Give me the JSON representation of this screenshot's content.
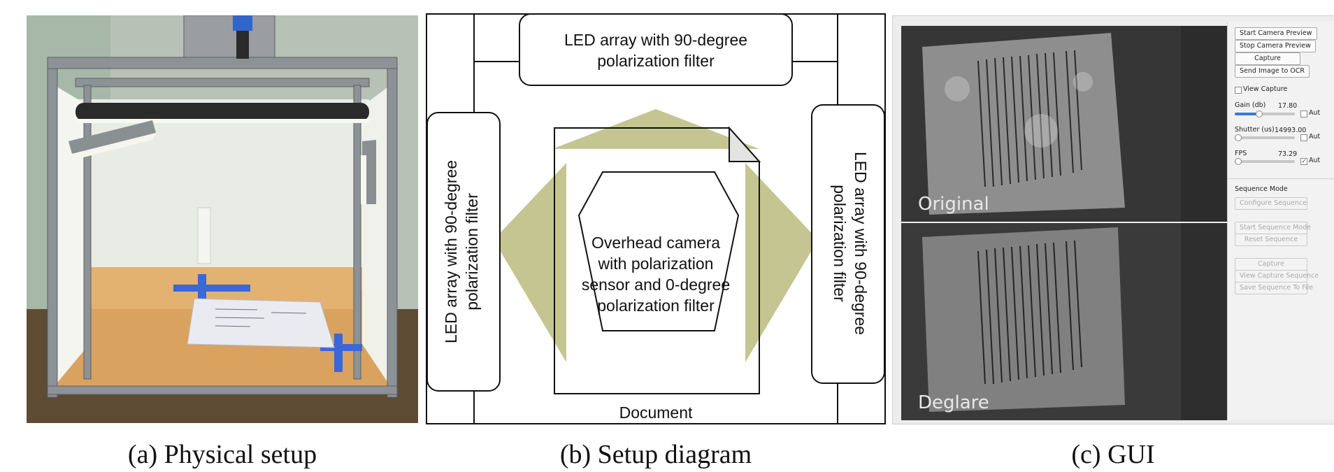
{
  "captions": {
    "a": "(a) Physical setup",
    "b": "(b) Setup diagram",
    "c": "(c) GUI"
  },
  "diagram": {
    "top_led": [
      "LED array with 90-degree",
      "polarization filter"
    ],
    "left_led": [
      "LED array with 90-degree",
      "polarization filter"
    ],
    "right_led": [
      "LED array with 90-degree",
      "polarization filter"
    ],
    "camera": [
      "Overhead camera",
      "with polarization",
      "sensor and 0-degree",
      "polarization filter"
    ],
    "document_label": "Document",
    "colors": {
      "light": "#c5c591",
      "stroke": "#111111"
    }
  },
  "gui": {
    "image_labels": {
      "top": "Original",
      "bottom": "Deglare"
    },
    "buttons": {
      "start_preview": "Start Camera Preview",
      "stop_preview": "Stop Camera Preview",
      "capture": "Capture",
      "send_ocr": "Send Image to OCR",
      "configure_sequence": "Configure Sequence",
      "start_sequence": "Start Sequence Mode",
      "reset_sequence": "Reset Sequence",
      "capture2": "Capture",
      "view_capture_sequence": "View Capture Sequence",
      "save_sequence": "Save Sequence To File"
    },
    "view_capture_label": "View Capture",
    "gain": {
      "label": "Gain (db)",
      "value": "17.80",
      "auto": "Aut",
      "level": 0.4
    },
    "shutter": {
      "label": "Shutter (us)",
      "value": "14993.00",
      "auto": "Aut",
      "level": 0.03
    },
    "fps": {
      "label": "FPS",
      "value": "73.29",
      "auto": "Aut",
      "level": 0.02
    },
    "sequence_mode_label": "Sequence Mode",
    "colors": {
      "accent": "#3a7bd5"
    }
  }
}
